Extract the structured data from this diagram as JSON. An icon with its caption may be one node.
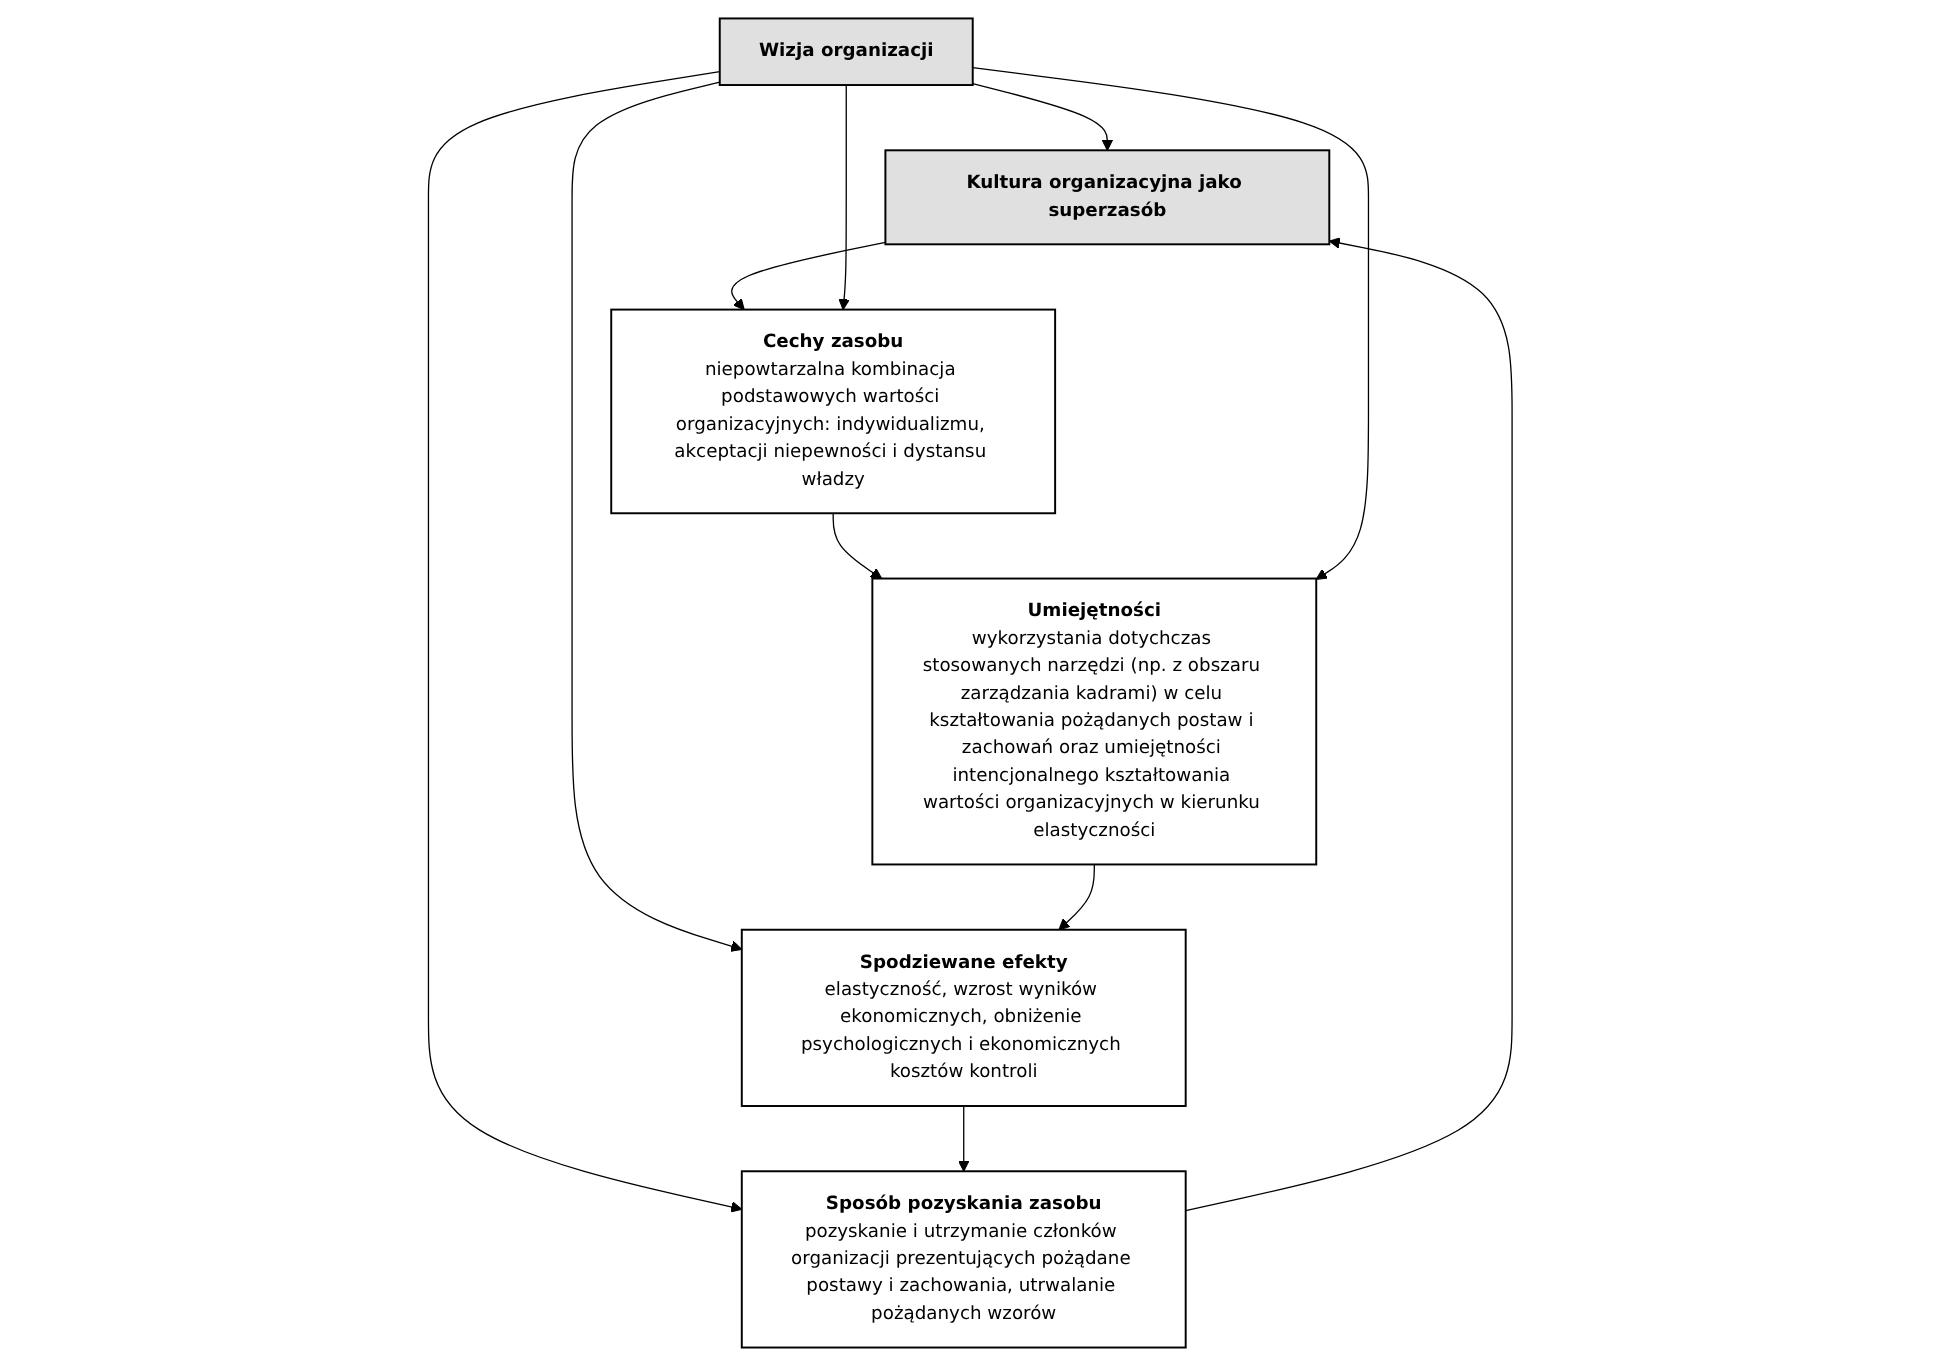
{
  "diagram": {
    "nodes": [
      {
        "text": [
          "Kultura organizacyjna jako superzasób"
        ]
      },
      {
        "text": [
          "Sposób pozyskania zasobu",
          "pozyskanie i utrzymanie członków organizacji prezentujących pożądane postawy i zachowania, utrwalanie pożądanych wzorów"
        ]
      },
      {
        "text": [
          "Wizja organizacji"
        ]
      },
      {
        "text": [
          "Cechy zasobu",
          "niepowtarzalna kombinacja podstawowych wartości organizacyjnych: indywidualizmu, akceptacji niepewności i dystansu władzy"
        ]
      },
      {
        "text": [
          "Spodziewane efekty",
          "elastyczność, wzrost wyników ekonomicznych, obniżenie psychologicznych i ekonomicznych kosztów kontroli"
        ]
      },
      {
        "text": [
          "Umiejętności",
          "wykorzystania dotychczas stosowanych narzędzi (np. z obszaru zarządzania kadrami) w celu kształtowania pożądanych postaw i zachowań oraz umiejętności intencjonalnego kształtowania wartości organizacyjnych w kierunku elastyczności"
        ]
      }
    ],
    "edges": [
      {
        "from": 1,
        "to": 0,
        "arrow": "to"
      },
      {
        "from": 2,
        "to": 0,
        "arrow": "to"
      },
      {
        "from": 0,
        "to": 3,
        "arrow": "to"
      },
      {
        "from": 2,
        "to": 1,
        "arrow": "to"
      },
      {
        "from": 2,
        "to": 3,
        "arrow": "to"
      },
      {
        "from": 3,
        "to": 5,
        "arrow": "to"
      },
      {
        "from": 2,
        "to": 4,
        "arrow": "to"
      },
      {
        "from": 2,
        "to": 5,
        "arrow": "to"
      },
      {
        "from": 5,
        "to": 4,
        "arrow": "to"
      },
      {
        "from": 4,
        "to": 1,
        "arrow": "to"
      }
    ]
  }
}
